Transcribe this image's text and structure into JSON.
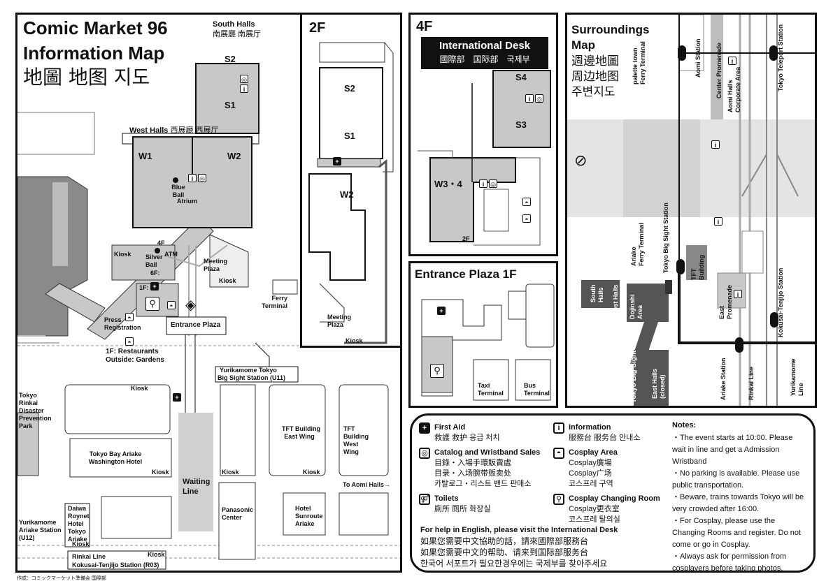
{
  "header": {
    "title_line1": "Comic Market 96",
    "title_line2": "Information Map",
    "title_cjk": "地圖 地图 지도"
  },
  "main_map": {
    "south_halls_en": "South Halls",
    "south_halls_cjk": "南展廳 南展厅",
    "s1": "S1",
    "s2": "S2",
    "west_halls_en": "West Halls",
    "west_halls_cjk": "西展廳 西展厅",
    "w1": "W1",
    "w2": "W2",
    "atrium": "Atrium",
    "blue_ball": "Blue\nBall",
    "silver_ball": "Silver\nBall",
    "floor_4f": "4F",
    "floor_6f": "6F:",
    "floor_1f": "1F:",
    "atm": "ATM",
    "kiosk": "Kiosk",
    "meeting_plaza": "Meeting\nPlaza",
    "ferry_terminal": "Ferry\nTerminal",
    "press_registration": "Press\nRegistration",
    "entrance_plaza": "Entrance Plaza",
    "restaurants": "1F: Restaurants",
    "gardens": "Outside: Gardens",
    "yurikamome_tokyo": "Yurikamome Tokyo",
    "big_sight_station": "Big Sight Station (U11)",
    "rinkai_park": "Tokyo\nRinkai\nDisaster\nPrevention\nPark",
    "washington_hotel": "Tokyo Bay Ariake\nWashington Hotel",
    "tft_east": "TFT Building\nEast Wing",
    "tft_west": "TFT\nBuilding\nWest\nWing",
    "waiting_line": "Waiting\nLine",
    "panasonic": "Panasonic\nCenter",
    "hotel_sunroute": "Hotel\nSunroute\nAriake",
    "daiwa": "Daiwa\nRoynet\nHotel\nTokyo\nAriake",
    "to_aomi": "To Aomi Halls→",
    "yurikamome_ariake": "Yurikamome\nAriake Station\n(U12)",
    "rinkai_line": "Rinkai Line",
    "kokusai_station": "Kokusai-Tenjijo Station (R03)",
    "credit": "作成：コミックマーケット準備会 国際部"
  },
  "panel_2f": {
    "title": "2F",
    "s2": "S2",
    "s1": "S1",
    "w2": "W2",
    "meeting_plaza": "Meeting\nPlaza",
    "kiosk": "Kiosk"
  },
  "panel_4f": {
    "title": "4F",
    "intl_desk_en": "International Desk",
    "intl_desk_cjk": "國際部　国际部　국제부",
    "s4": "S4",
    "s3": "S3",
    "w34": "W3・4",
    "floor_2f": "2F"
  },
  "panel_entrance": {
    "title": "Entrance Plaza 1F",
    "taxi": "Taxi\nTerminal",
    "bus": "Bus\nTerminal"
  },
  "panel_surroundings": {
    "title_en1": "Surroundings",
    "title_en2": "Map",
    "title_cjk1": "週邊地圖",
    "title_cjk2": "周边地图",
    "title_cjk3": "주변지도",
    "aomi_station": "Aomi Station",
    "center_promenade": "Center Promenade",
    "aomi_halls": "Aomi Halls\nCorporate Area",
    "teleport_station": "Tokyo Teleport Station",
    "palette_town": "palette town\nFerry Terminal",
    "ariake_ferry": "Ariake\nFerry Terminal",
    "big_sight_station": "Tokyo Big Sight Station",
    "tft_building": "TFT\nBuilding",
    "east_promenade": "East\nPromenade",
    "kokusai_station": "Kokusai-Tenjijo Station",
    "south_halls": "South\nHalls",
    "west_halls": "West Halls",
    "dojinshi_area": "Dojinshi\nArea",
    "tokyo_big_sight": "Tokyo Big Sight",
    "east_halls": "East Halls\n(closed)",
    "ariake_station": "Ariake Station",
    "rinkai_line": "Rinkai Line",
    "yurikamome_line": "Yurikamome\nLine"
  },
  "legend": {
    "first_aid_en": "First Aid",
    "first_aid_cjk": "救護 救护 응급 처치",
    "catalog_en": "Catalog and Wristband Sales",
    "catalog_cjk1": "目錄・入場手環販賣處",
    "catalog_cjk2": "目录・入场腕带贩卖处",
    "catalog_ko": "카탈로그・리스트 밴드 판매소",
    "toilets_en": "Toilets",
    "toilets_cjk": "廁所 厕所 화장실",
    "info_en": "Information",
    "info_cjk": "服務台 服务台 안내소",
    "cosplay_area_en": "Cosplay Area",
    "cosplay_area_zh1": "Cosplay廣場",
    "cosplay_area_zh2": "Cosplay广场",
    "cosplay_area_ko": "코스프레 구역",
    "cosplay_change_en": "Cosplay Changing Room",
    "cosplay_change_zh": "Cosplay更衣室",
    "cosplay_change_ko": "코스프레 탈의실",
    "help_en": "For help in English,  please visit the International Desk",
    "help_zh1": "如果您需要中文協助的話，請來國際部服務台",
    "help_zh2": "如果您需要中文的帮助、请来到国际部服务台",
    "help_ko": "한국어 서포트가 필요한경우에는 국제부를 찾아주세요"
  },
  "notes": {
    "title": "Notes:",
    "items": [
      "・The event starts at 10:00. Please wait in line and get a Admission Wristband",
      "・No parking is available. Please use public transportation.",
      "・Beware, trains towards Tokyo will be very crowded after 16:00.",
      "・For Cosplay, please use the Changing Rooms and register. Do not come or go in Cosplay.",
      "・Always ask for permission from cosplayers before taking photos."
    ]
  },
  "icons": {
    "first_aid": "plus-icon",
    "information": "info-icon",
    "toilets": "toilet-icon",
    "catalog": "catalog-icon",
    "cosplay_area": "mask-icon",
    "cosplay_change": "changing-room-icon"
  }
}
